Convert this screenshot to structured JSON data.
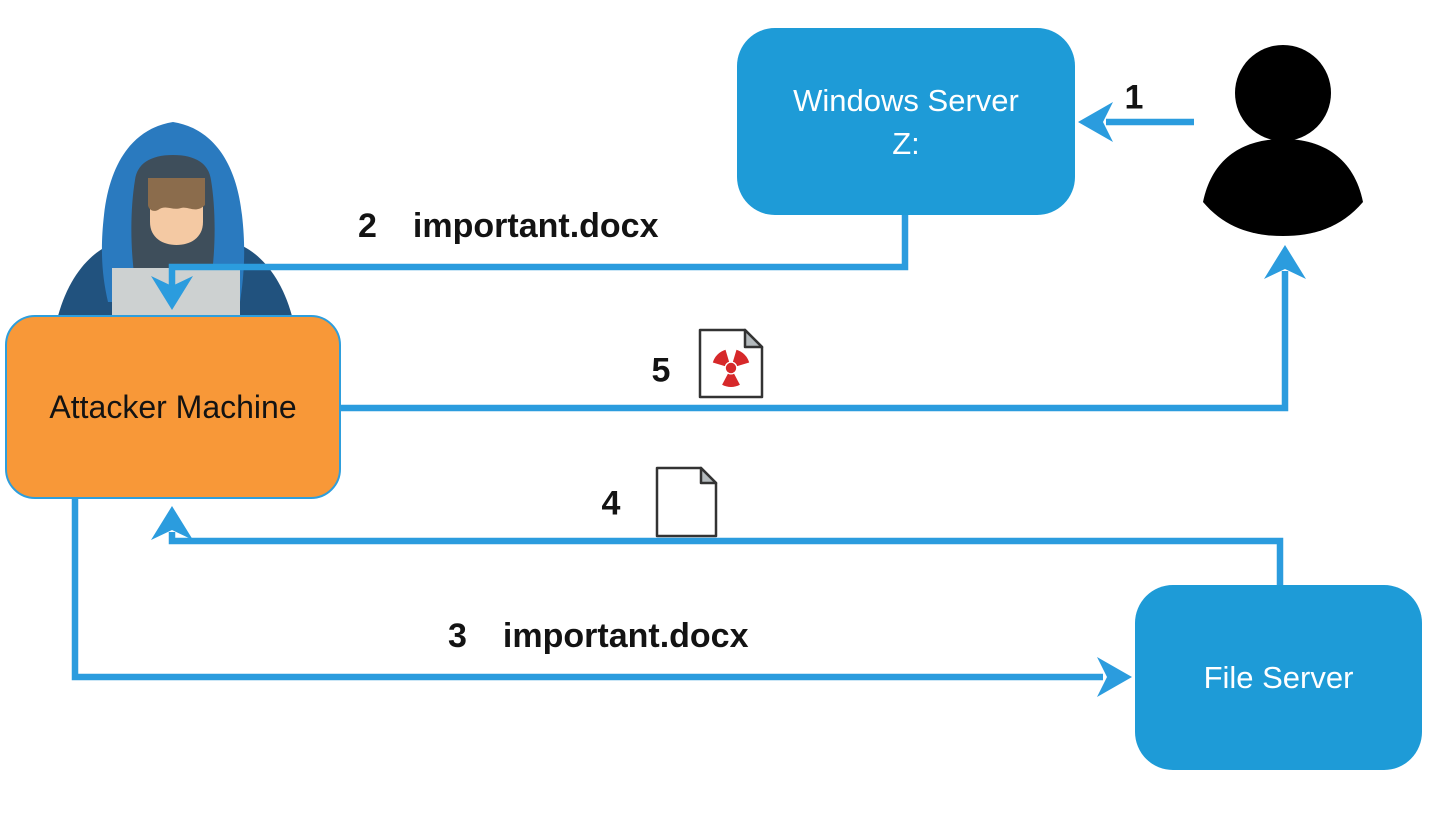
{
  "diagram": {
    "nodes": {
      "windows_server": {
        "line1": "Windows Server",
        "line2": "Z:",
        "fill": "#1E9BD7",
        "text_color": "#FFFFFF"
      },
      "attacker_machine": {
        "label": "Attacker Machine",
        "fill": "#F89838",
        "border": "#2E9EDC",
        "text_color": "#131313"
      },
      "file_server": {
        "label": "File Server",
        "fill": "#1E9BD7",
        "text_color": "#FFFFFF"
      },
      "user": {
        "icon": "user-icon",
        "fill": "#000000"
      },
      "hacker": {
        "icon": "hacker-icon"
      }
    },
    "steps": {
      "step1": {
        "number": "1",
        "from": "user",
        "to": "windows_server"
      },
      "step2": {
        "number": "2",
        "file": "important.docx",
        "from": "windows_server",
        "to": "attacker_machine"
      },
      "step3": {
        "number": "3",
        "file": "important.docx",
        "from": "attacker_machine",
        "to": "file_server"
      },
      "step4": {
        "number": "4",
        "icon": "document-icon",
        "from": "file_server",
        "to": "attacker_machine"
      },
      "step5": {
        "number": "5",
        "icon": "radioactive-document-icon",
        "from": "attacker_machine",
        "to": "user"
      }
    },
    "colors": {
      "arrow": "#2B9CDE",
      "label_text": "#131313",
      "radioactive_red": "#D6282A",
      "page_outline": "#333333",
      "page_fold": "#B4BABD",
      "page_fill": "#FFFFFF"
    }
  }
}
